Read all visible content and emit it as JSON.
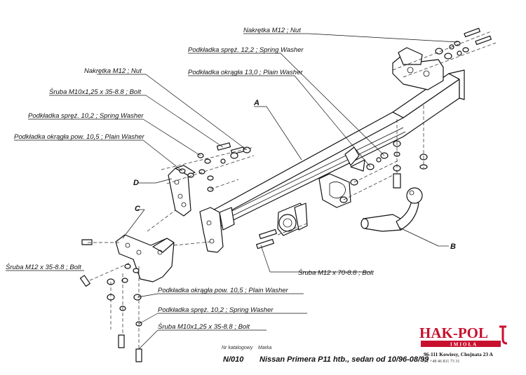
{
  "labels": {
    "nut_top": "Nakrętka  M12 ; Nut",
    "spring_washer_top": "Podkładka spręż. 12,2 ; Spring Washer",
    "plain_washer_top": "Podkładka okrągła 13,0 ;  Plain Washer",
    "nut_left": "Nakrętka  M12 ; Nut",
    "bolt_m10_left": "Śruba M10x1,25 x 35-8.8 ; Bolt",
    "spring_washer_left": "Podkładka spręż. 10,2 ; Spring Washer",
    "plain_washer_left": "Podkładka okrągła pow. 10,5 ; Plain Washer",
    "bolt_m12_left": "Śruba M12 x 35-8.8 ; Bolt",
    "bolt_m12x70": "Śruba M12 x 70-8.8 ; Bolt",
    "plain_washer_bottom": "Podkładka okrągła pow. 10,5 ; Plain Washer",
    "spring_washer_bottom": "Podkładka spręż. 10,2 ; Spring Washer",
    "bolt_m10_bottom": "Śruba M10x1,25 x 35-8.8 ; Bolt"
  },
  "callouts": {
    "a": "A",
    "b": "B",
    "c": "C",
    "d": "D"
  },
  "footer": {
    "catalog_label": "Nr katalogowy",
    "brand_label": "Marka",
    "catalog_number": "N/010",
    "vehicle": "Nissan Primera P11 htb., sedan   od 10/96-08/99"
  },
  "logo": {
    "name": "HAK-POL",
    "sub": "IMIOŁA",
    "address": "96-111 Kowiesy, Chojnata 23 A",
    "phone": "tel. +48 46 831 73 31",
    "color": "#c8102e"
  }
}
